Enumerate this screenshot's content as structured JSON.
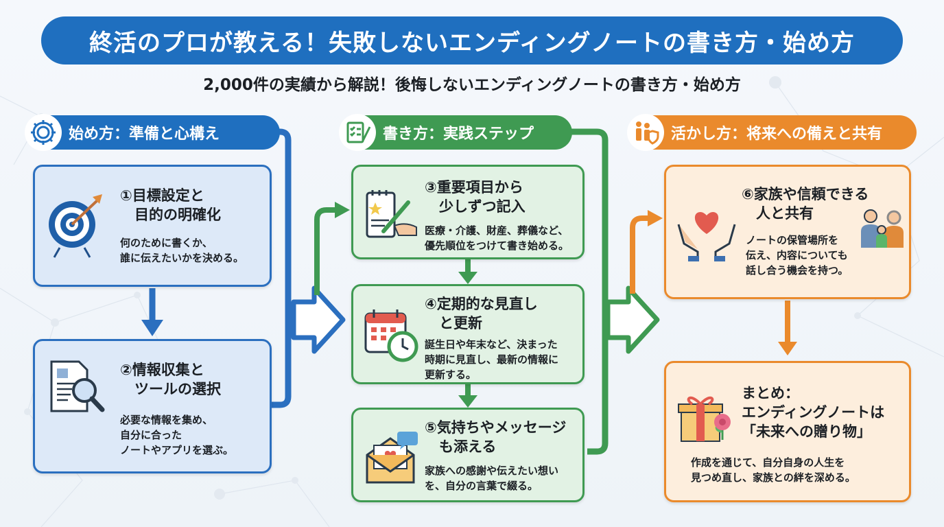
{
  "title": "終活のプロが教える！失敗しないエンディングノートの書き方・始め方",
  "subtitle": "2,000件の実績から解説！後悔しないエンディングノートの書き方・始め方",
  "colors": {
    "blue": "#1f6fbf",
    "green": "#3f9a52",
    "orange": "#ea8a2c"
  },
  "columns": [
    {
      "label": "始め方：準備と心構え",
      "icon": "gear-settings-icon"
    },
    {
      "label": "書き方：実践ステップ",
      "icon": "checklist-pen-icon"
    },
    {
      "label": "活かし方：将来への備えと共有",
      "icon": "family-shield-icon"
    }
  ],
  "cards": [
    {
      "title": "①目標設定と\n　目的の明確化",
      "body": "何のために書くか、\n誰に伝えたいかを決める。",
      "icon": "target-arrow-icon"
    },
    {
      "title": "②情報収集と\n　ツールの選択",
      "body": "必要な情報を集め、\n自分に合った\nノートやアプリを選ぶ。",
      "icon": "document-magnifier-icon"
    },
    {
      "title": "③重要項目から\n　少しずつ記入",
      "body": "医療・介護、財産、葬儀など、\n優先順位をつけて書き始める。",
      "icon": "notepad-pen-icon"
    },
    {
      "title": "④定期的な見直し\n　と更新",
      "body": "誕生日や年末など、決まった\n時期に見直し、最新の情報に\n更新する。",
      "icon": "calendar-clock-icon"
    },
    {
      "title": "⑤気持ちやメッセージ\n　も添える",
      "body": "家族への感謝や伝えたい想い\nを、自分の言葉で綴る。",
      "icon": "envelope-heart-icon"
    },
    {
      "title": "⑥家族や信頼できる\n　人と共有",
      "body": "ノートの保管場所を\n伝え、内容についても\n話し合う機会を持つ。",
      "icon": "hands-heart-family-icon"
    },
    {
      "title": "まとめ：\nエンディングノートは\n「未来への贈り物」",
      "body": "作成を通じて、自分自身の人生を\n見つめ直し、家族との絆を深める。",
      "icon": "gift-flower-icon"
    }
  ]
}
